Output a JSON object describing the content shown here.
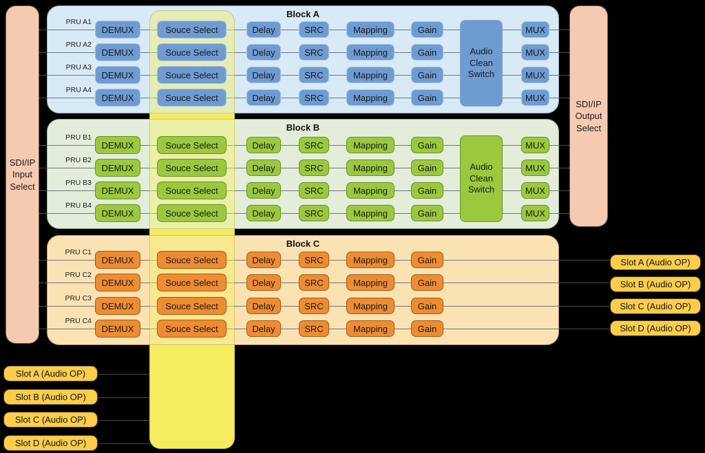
{
  "colors": {
    "page_bg": "#000000",
    "highlight_band": "#f2e95f",
    "highlight_band_overlay": "rgba(247,240,96,0.42)",
    "highlight_band_border": "rgba(186,175,70,0.55)",
    "line_inside": "#70767c",
    "line_outside": "#4a4a4a",
    "block_a_bg": "#d7eaf6",
    "block_a_border": "#9db0ba",
    "block_b_bg": "#e3eeda",
    "block_b_border": "#a2b399",
    "block_c_bg": "#fbe2b3",
    "block_c_border": "#bb975e",
    "box_blue_fill": "#6f9bd3",
    "box_blue_border": "#a5c2e2",
    "acs_blue_border": "#89a4c2",
    "box_green_fill": "#9bc83e",
    "box_green_border": "#679327",
    "box_orange_fill": "#ee8c33",
    "box_orange_border": "#a5590f",
    "io_fill": "#f6cab1",
    "io_border": "rgba(74,52,40,0.7)",
    "slot_fill": "#fbcd4b",
    "slot_border": "#4f3d0d",
    "text": "#1a1a1a"
  },
  "io": {
    "input": {
      "label_lines": [
        "SDI/IP",
        "Input",
        "Select"
      ]
    },
    "output": {
      "label_lines": [
        "SDI/IP",
        "Output",
        "Select"
      ]
    }
  },
  "blocks": [
    {
      "title": "Block A",
      "pru_labels": [
        "PRU A1",
        "PRU A2",
        "PRU A3",
        "PRU A4"
      ],
      "chain_labels": [
        "DEMUX",
        "Souce Select",
        "Delay",
        "SRC",
        "Mapping",
        "Gain"
      ],
      "audio_clean_switch_lines": [
        "Audio",
        "Clean",
        "Switch"
      ],
      "mux_label": "MUX",
      "has_output_stage": true
    },
    {
      "title": "Block B",
      "pru_labels": [
        "PRU B1",
        "PRU B2",
        "PRU B3",
        "PRU B4"
      ],
      "chain_labels": [
        "DEMUX",
        "Souce Select",
        "Delay",
        "SRC",
        "Mapping",
        "Gain"
      ],
      "audio_clean_switch_lines": [
        "Audio",
        "Clean",
        "Switch"
      ],
      "mux_label": "MUX",
      "has_output_stage": true
    },
    {
      "title": "Block C",
      "pru_labels": [
        "PRU C1",
        "PRU C2",
        "PRU C3",
        "PRU C4"
      ],
      "chain_labels": [
        "DEMUX",
        "Souce Select",
        "Delay",
        "SRC",
        "Mapping",
        "Gain"
      ],
      "audio_clean_switch_lines": [],
      "mux_label": "",
      "has_output_stage": false
    }
  ],
  "left_slots": [
    "Slot A (Audio OP)",
    "Slot B (Audio OP)",
    "Slot C (Audio OP)",
    "Slot D (Audio OP)"
  ],
  "right_slots": [
    "Slot A (Audio OP)",
    "Slot B (Audio OP)",
    "Slot C (Audio OP)",
    "Slot D (Audio OP)"
  ]
}
